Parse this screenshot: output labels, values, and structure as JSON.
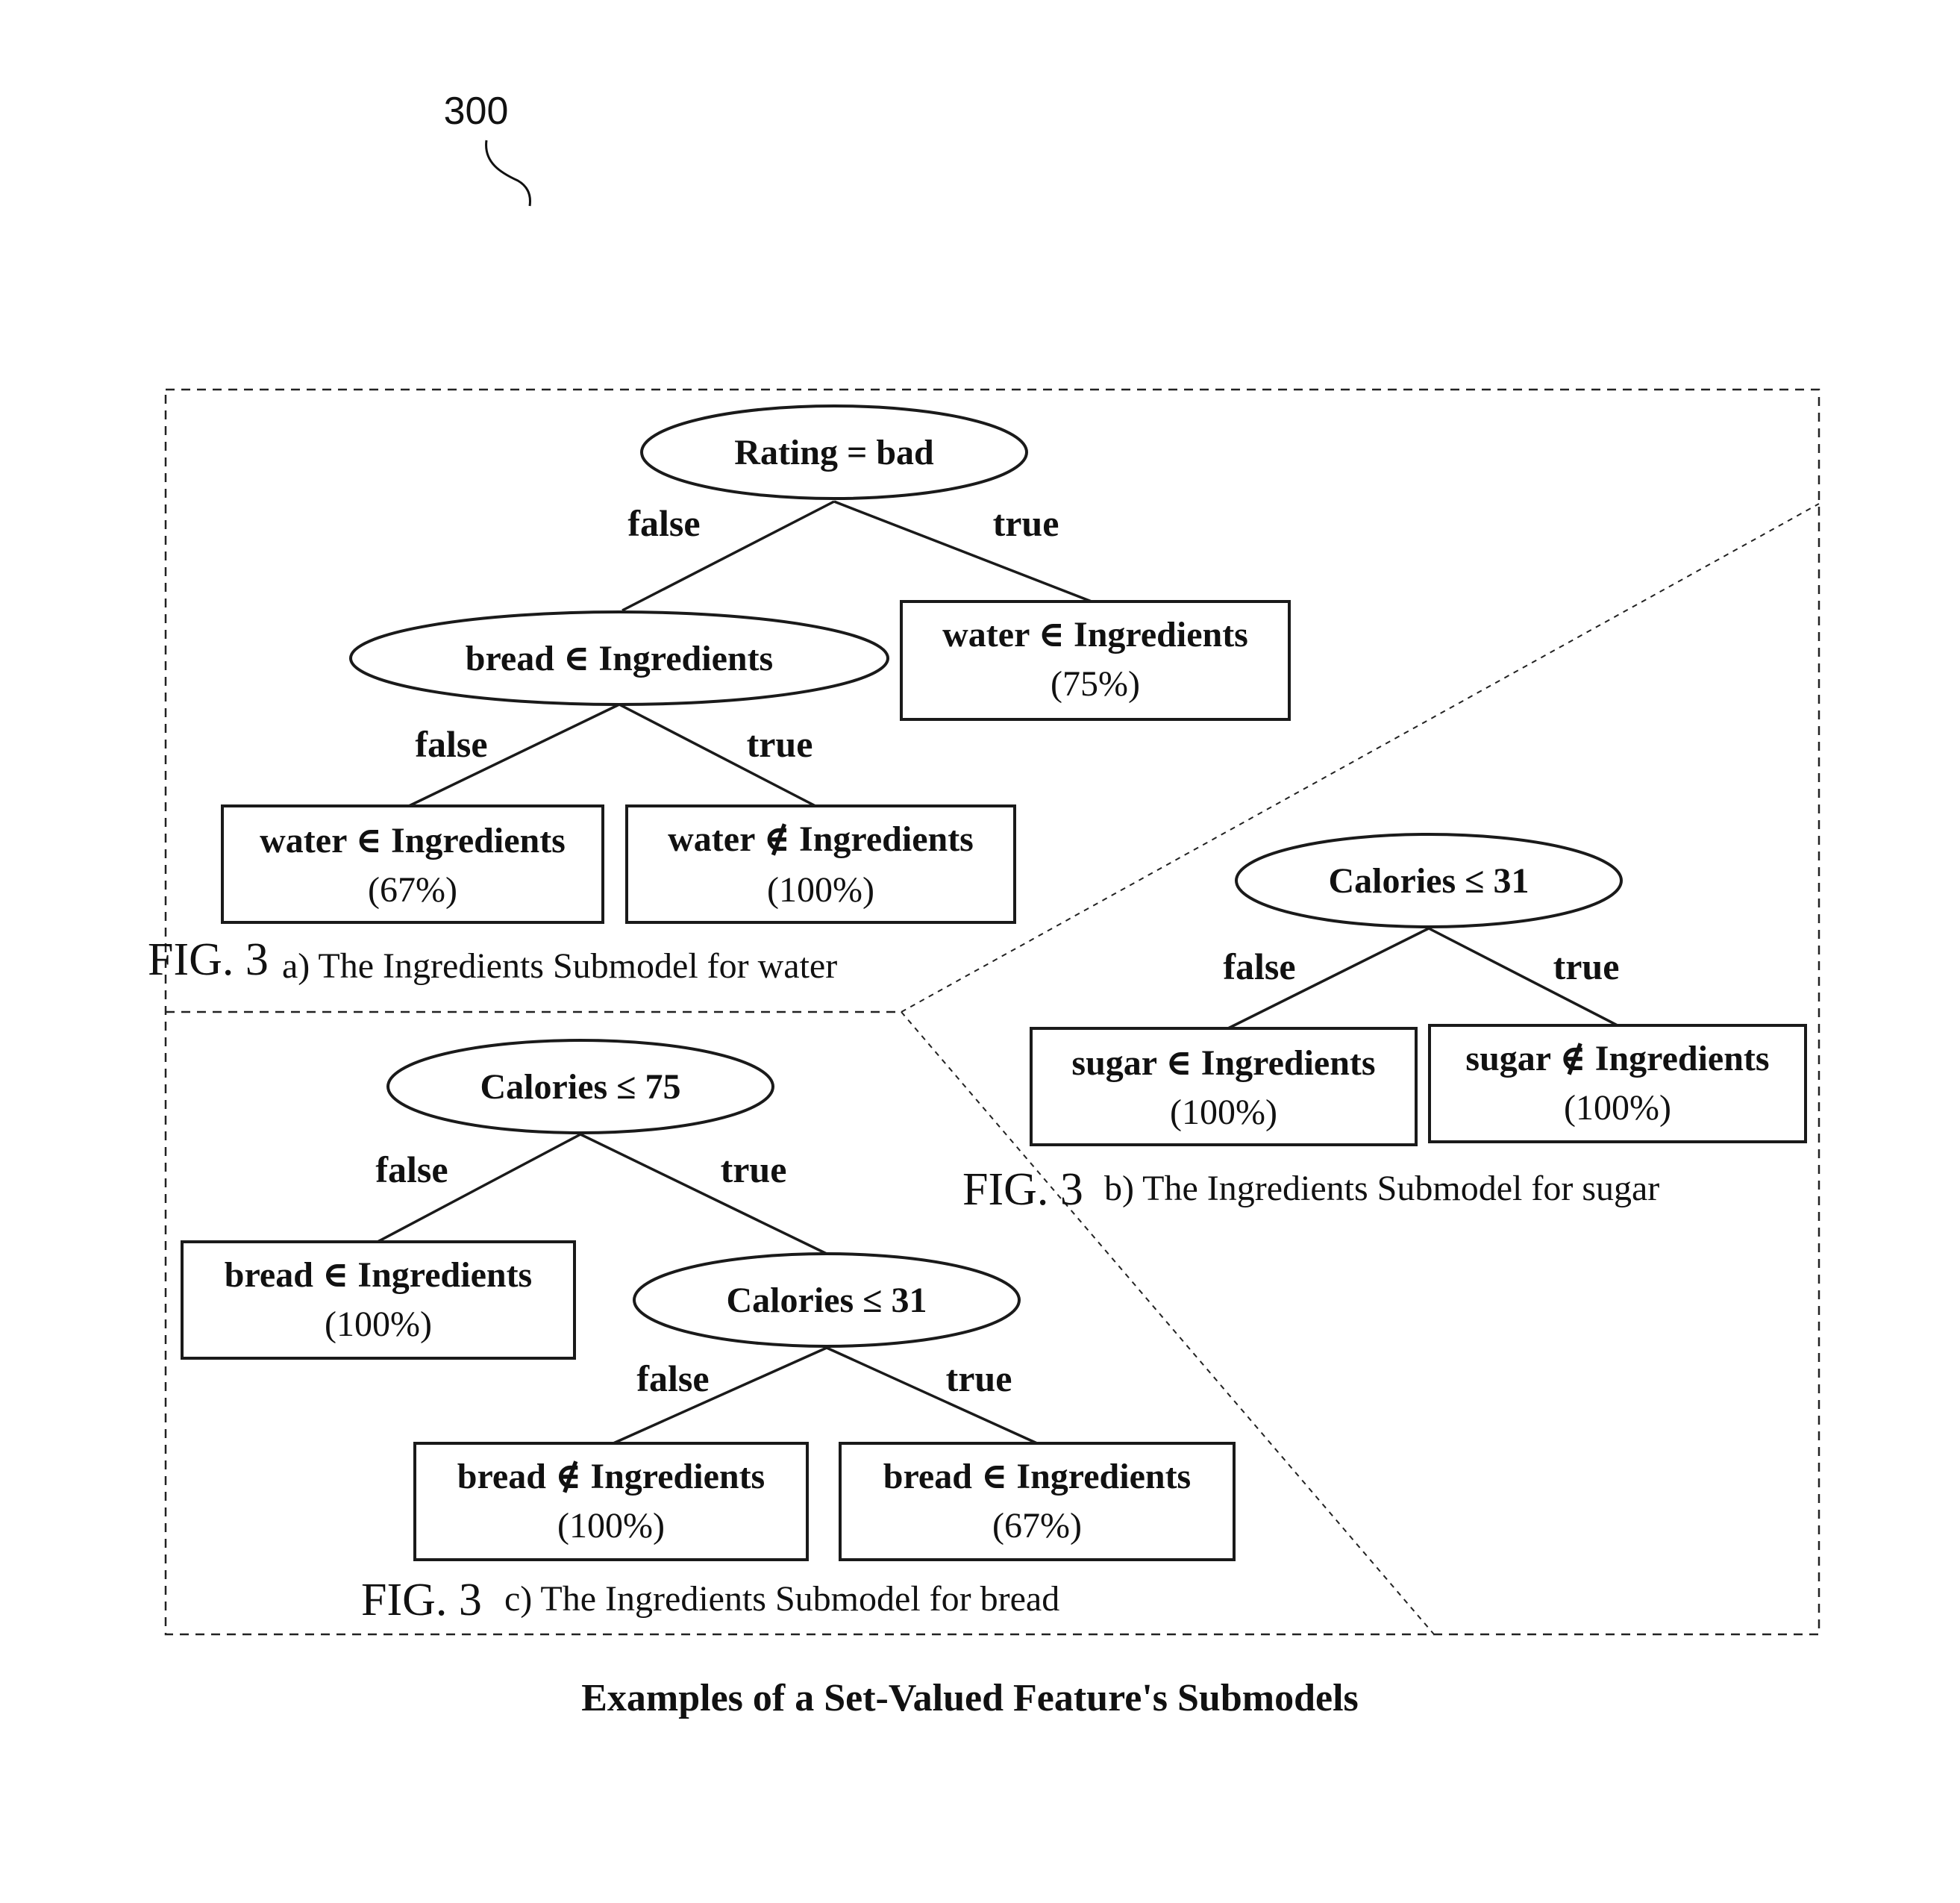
{
  "reference_numeral": "300",
  "figure_caption": "Examples of a Set-Valued Feature's Submodels",
  "panels": {
    "a": {
      "fig_label": "FIG. 3",
      "caption": "a) The Ingredients Submodel for water",
      "nodes": {
        "root": {
          "text": "Rating = bad"
        },
        "mid": {
          "text": "bread ∈ Ingredients"
        },
        "leaf_true": {
          "text": "water ∈ Ingredients",
          "value": "(75%)"
        },
        "leaf_ff": {
          "text": "water ∈ Ingredients",
          "value": "(67%)"
        },
        "leaf_ft": {
          "text": "water ∉ Ingredients",
          "value": "(100%)"
        }
      },
      "edges": {
        "root_false": "false",
        "root_true": "true",
        "mid_false": "false",
        "mid_true": "true"
      }
    },
    "b": {
      "fig_label": "FIG. 3",
      "caption": "b) The Ingredients Submodel for sugar",
      "nodes": {
        "root": {
          "text": "Calories ≤ 31"
        },
        "leaf_false": {
          "text": "sugar ∈ Ingredients",
          "value": "(100%)"
        },
        "leaf_true": {
          "text": "sugar ∉ Ingredients",
          "value": "(100%)"
        }
      },
      "edges": {
        "root_false": "false",
        "root_true": "true"
      }
    },
    "c": {
      "fig_label": "FIG. 3",
      "caption": "c) The Ingredients Submodel for bread",
      "nodes": {
        "root": {
          "text": "Calories ≤ 75"
        },
        "leaf_false": {
          "text": "bread ∈ Ingredients",
          "value": "(100%)"
        },
        "mid": {
          "text": "Calories ≤ 31"
        },
        "leaf_tf": {
          "text": "bread ∉ Ingredients",
          "value": "(100%)"
        },
        "leaf_tt": {
          "text": "bread ∈ Ingredients",
          "value": "(67%)"
        }
      },
      "edges": {
        "root_false": "false",
        "root_true": "true",
        "mid_false": "false",
        "mid_true": "true"
      }
    }
  }
}
